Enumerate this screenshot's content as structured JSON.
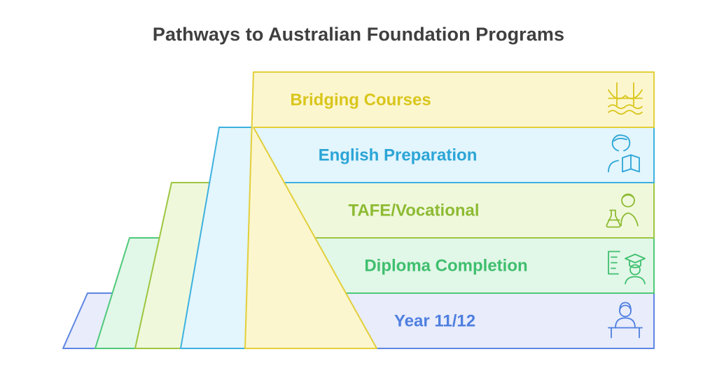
{
  "title": "Pathways to Australian Foundation Programs",
  "layers": [
    {
      "label": "Bridging Courses",
      "icon": "bridge-icon",
      "text_color": "#d9c61c",
      "fill": "#fcf6cf",
      "stroke": "#e2cf3a"
    },
    {
      "label": "English Preparation",
      "icon": "reading-student-icon",
      "text_color": "#2ba5d6",
      "fill": "#e3f5fd",
      "stroke": "#3cb1df"
    },
    {
      "label": "TAFE/Vocational",
      "icon": "lab-technician-icon",
      "text_color": "#8dbb33",
      "fill": "#f0f8dc",
      "stroke": "#9dc640"
    },
    {
      "label": "Diploma Completion",
      "icon": "graduate-document-icon",
      "text_color": "#3fbf6e",
      "fill": "#e1f7e8",
      "stroke": "#4ec97a"
    },
    {
      "label": "Year 11/12",
      "icon": "student-desk-icon",
      "text_color": "#4f7fe0",
      "fill": "#e8ecfb",
      "stroke": "#5e86e2"
    }
  ]
}
